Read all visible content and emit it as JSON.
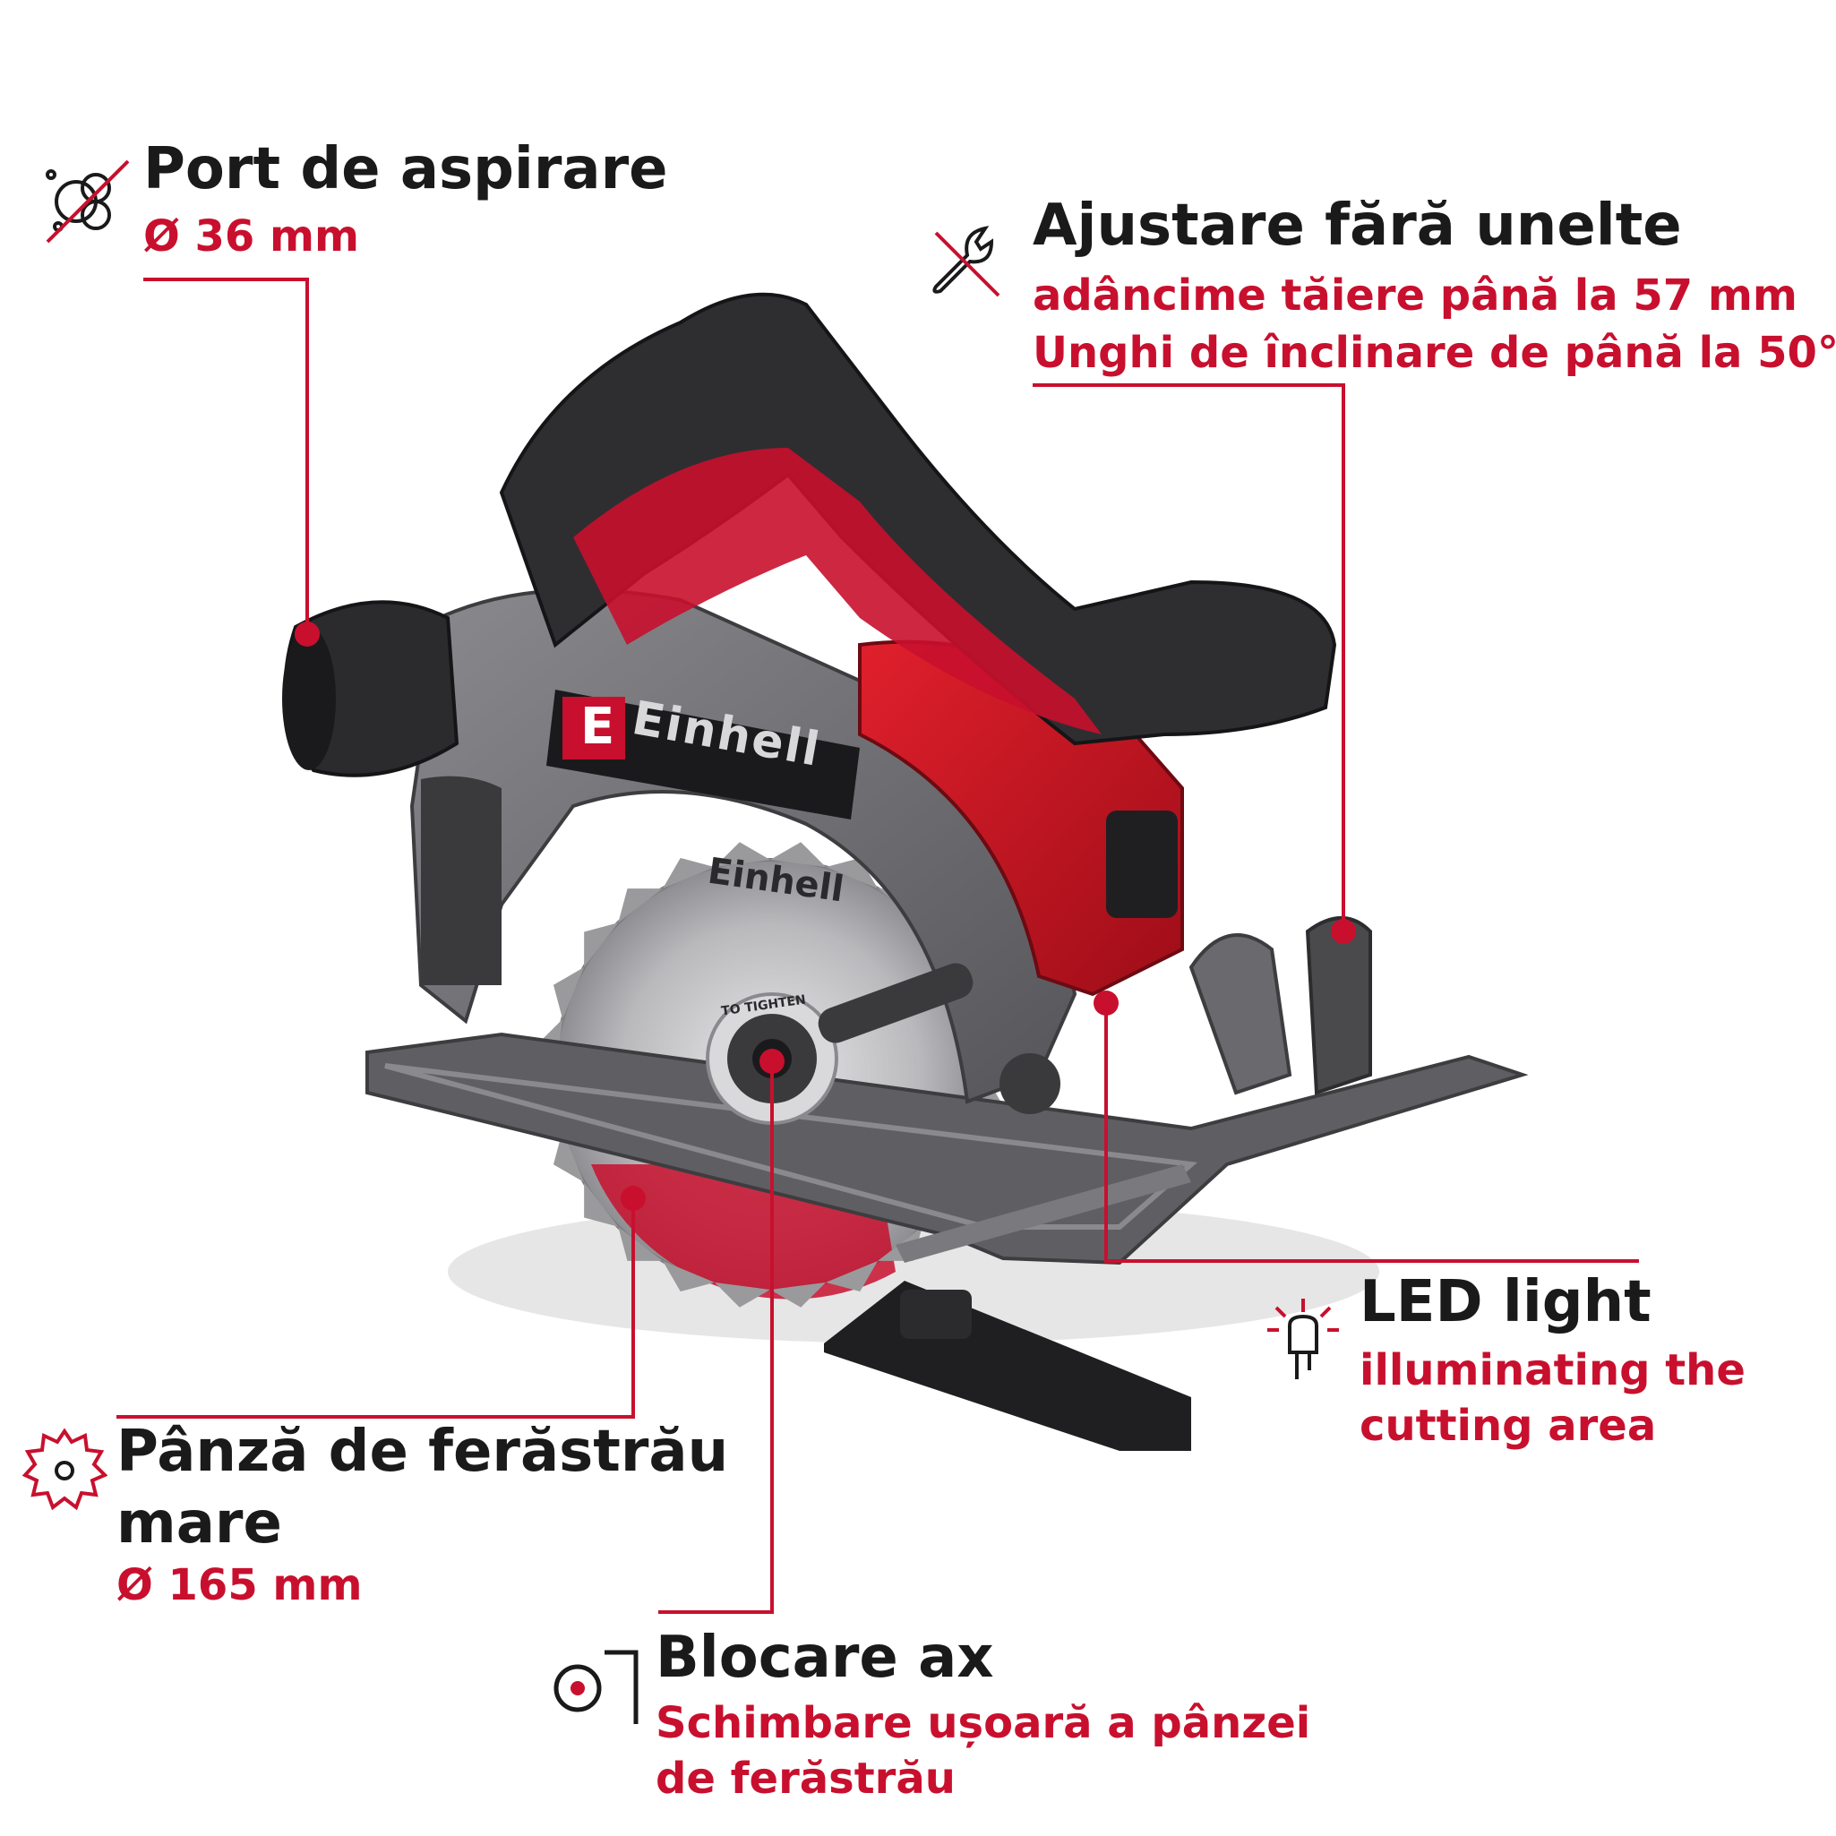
{
  "callouts": {
    "dust_port": {
      "title": "Port de aspirare",
      "sub": "Ø 36 mm"
    },
    "tool_free": {
      "title": "Ajustare fără unelte",
      "sub1": "adâncime tăiere până la 57 mm",
      "sub2": "Unghi de înclinare de până la 50°"
    },
    "led": {
      "title": "LED light",
      "sub1": "illuminating the",
      "sub2": "cutting area"
    },
    "blade": {
      "title1": "Pânză de ferăstrău",
      "title2": "mare",
      "sub": "Ø 165 mm"
    },
    "spindle": {
      "title": "Blocare ax",
      "sub1": "Schimbare ușoară a pânzei",
      "sub2": "de ferăstrău"
    }
  },
  "product": {
    "brand": "Einhell",
    "blade_brand": "Einhell",
    "blade_text": "TO TIGHTEN"
  },
  "colors": {
    "accent": "#c8102e",
    "text": "#1a1a1a",
    "housing_gray": "#6e6e72",
    "rubber_black": "#2b2b2b"
  },
  "icons": [
    "dust-extraction-icon",
    "wrench-icon",
    "led-bulb-icon",
    "saw-blade-icon",
    "spindle-lock-icon"
  ]
}
